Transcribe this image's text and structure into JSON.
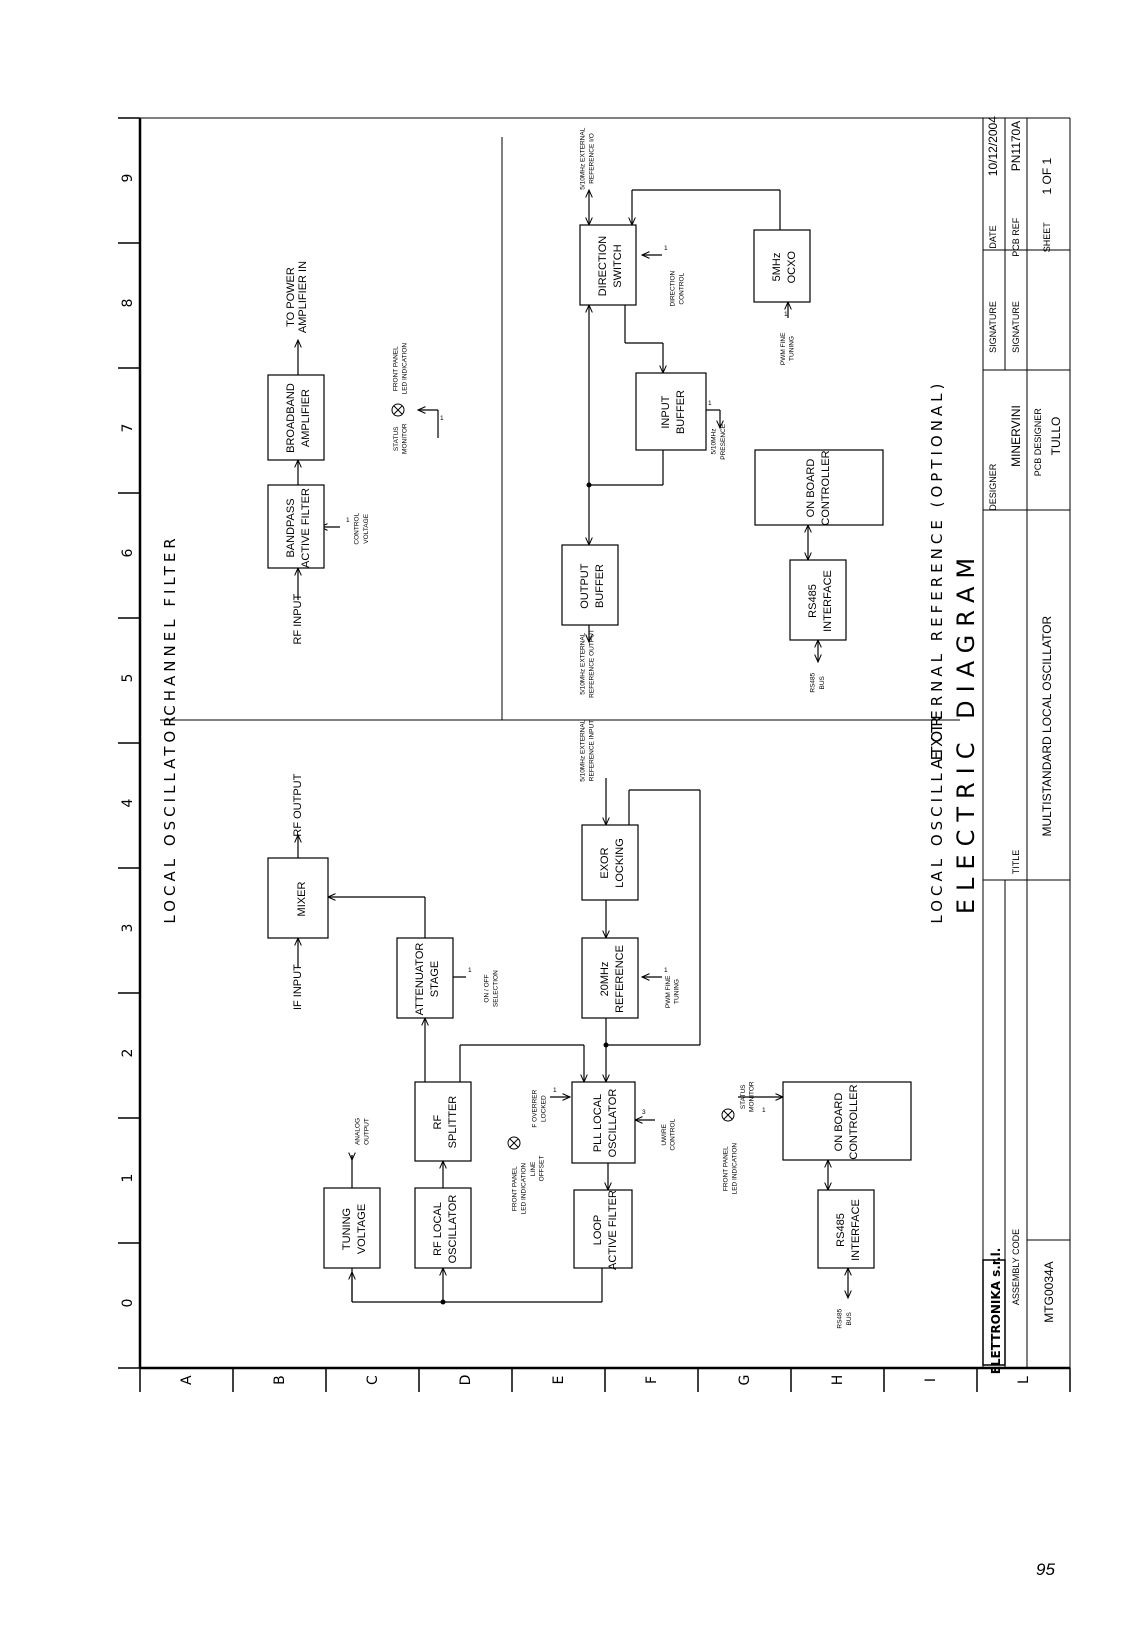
{
  "page_number": "95",
  "grid": {
    "numbers": [
      "9",
      "8",
      "7",
      "6",
      "5",
      "4",
      "3",
      "2",
      "1",
      "0"
    ],
    "letters": [
      "A",
      "B",
      "C",
      "D",
      "E",
      "F",
      "G",
      "H",
      "I",
      "L"
    ]
  },
  "sections": {
    "channel_filter": "CHANNEL FILTER",
    "local_oscillator_top": "LOCAL OSCILLATOR",
    "external_reference": "EXTERNAL REFERENCE (OPTIONAL)",
    "local_oscillator_bottom": "LOCAL OSCILLATOR"
  },
  "title_main": "ELECTRIC DIAGRAM",
  "title_block": {
    "logo": "ELETTRONIKA s.r.l.",
    "assembly_code_label": "ASSEMBLY CODE",
    "assembly_code": "MTG0034A",
    "title_label": "TITLE",
    "title": "MULTISTANDARD LOCAL OSCILLATOR",
    "designer_label": "DESIGNER",
    "designer": "MINERVINI",
    "pcb_designer_label": "PCB DESIGNER",
    "pcb_designer": "TULLO",
    "signature_label": "SIGNATURE",
    "signature_label2": "SIGNATURE",
    "date_label": "DATE",
    "date": "10/12/2004",
    "pcb_ref_label": "PCB REF",
    "pcb_ref": "PN1170A",
    "sheet_label": "SHEET",
    "sheet": "1 OF 1"
  },
  "blocks": {
    "bandpass": [
      "BANDPASS",
      "ACTIVE FILTER"
    ],
    "broadband": [
      "BROADBAND",
      "AMPLIFIER"
    ],
    "direction_switch": [
      "DIRECTION",
      "SWITCH"
    ],
    "ocxo": [
      "5MHz",
      "OCXO"
    ],
    "input_buffer": [
      "INPUT",
      "BUFFER"
    ],
    "output_buffer": [
      "OUTPUT",
      "BUFFER"
    ],
    "onboard_top": [
      "ON BOARD",
      "CONTROLLER"
    ],
    "rs485_top": [
      "RS485",
      "INTERFACE"
    ],
    "mixer": [
      "MIXER"
    ],
    "attenuator": [
      "ATTENUATOR",
      "STAGE"
    ],
    "exor": [
      "EXOR",
      "LOCKING"
    ],
    "ref20": [
      "20MHz",
      "REFERENCE"
    ],
    "rf_splitter": [
      "RF",
      "SPLITTER"
    ],
    "pll": [
      "PLL LOCAL",
      "OSCILLATOR"
    ],
    "tuning": [
      "TUNING",
      "VOLTAGE"
    ],
    "rf_local": [
      "RF LOCAL",
      "OSCILLATOR"
    ],
    "loop": [
      "LOOP",
      "ACTIVE FILTER"
    ],
    "onboard_bottom": [
      "ON BOARD",
      "CONTROLLER"
    ],
    "rs485_bottom": [
      "RS485",
      "INTERFACE"
    ]
  },
  "signals": {
    "rf_input": "RF INPUT",
    "to_power": [
      "TO POWER",
      "AMPLIFIER IN"
    ],
    "control_voltage": [
      "CONTROL",
      "VOLTAGE"
    ],
    "front_panel_top": [
      "FRONT PANEL",
      "LED INDICATION"
    ],
    "status_monitor_top": [
      "STATUS",
      "MONITOR"
    ],
    "ext_ref_io": [
      "5/10MHz EXTERNAL",
      "REFERENCE I/O"
    ],
    "direction_control": [
      "DIRECTION",
      "CONTROL"
    ],
    "pwm_fine_top": [
      "PWM FINE",
      "TUNING"
    ],
    "ref_presence": [
      "5/10MHz",
      "PRESENCE"
    ],
    "ext_ref_output": [
      "5/10MHz EXTERNAL",
      "REFERENCE OUTPUT"
    ],
    "rs485_bus_top": [
      "RS485",
      "BUS"
    ],
    "if_input": "IF INPUT",
    "rf_output": "RF OUTPUT",
    "on_off": [
      "ON / OFF",
      "SELECTION"
    ],
    "ext_ref_input": [
      "5/10MHz EXTERNAL",
      "REFERENCE INPUT"
    ],
    "pwm_fine_bottom": [
      "PWM FINE",
      "TUNING"
    ],
    "analog_output": [
      "ANALOG",
      "OUTPUT"
    ],
    "f_overrer": [
      "F OVERRER",
      "LOCKED"
    ],
    "front_panel_mid": [
      "FRONT PANEL",
      "LED INDICATION",
      "LINE",
      "OFFSET"
    ],
    "uwire": [
      "UWIRE",
      "CONTROL"
    ],
    "status_monitor_bottom": [
      "STATUS",
      "MONITOR"
    ],
    "front_panel_bottom": [
      "FRONT PANEL",
      "LED INDICATION"
    ],
    "rs485_bus_bottom": [
      "RS485",
      "BUS"
    ],
    "n1": "1",
    "n3": "3"
  }
}
